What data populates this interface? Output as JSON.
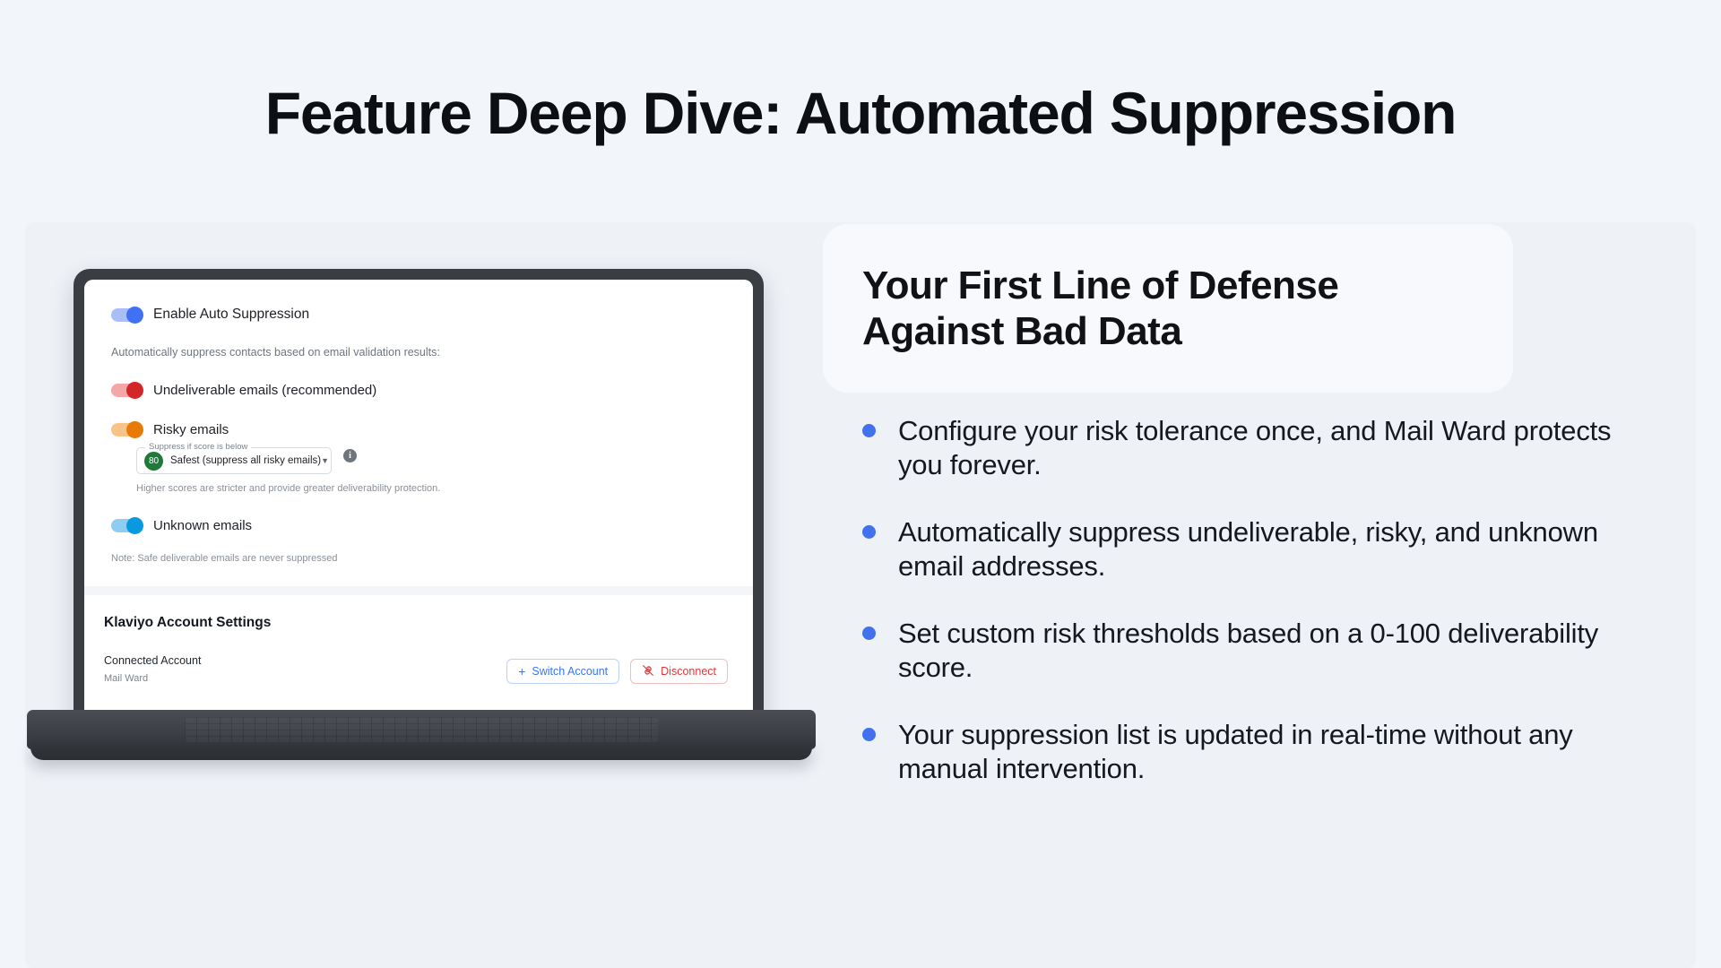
{
  "page": {
    "title": "Feature Deep Dive: Automated Suppression",
    "background_color": "#f2f5f9",
    "accent_color": "#4171ed"
  },
  "app": {
    "suppression_card": {
      "master_toggle_label": "Enable Auto Suppression",
      "description": "Automatically suppress contacts based on email validation results:",
      "options": [
        {
          "label": "Undeliverable emails (recommended)",
          "toggle_color": "#d32626",
          "state": "on"
        },
        {
          "label": "Risky emails",
          "toggle_color": "#e87b05",
          "state": "on"
        },
        {
          "label": "Unknown emails",
          "toggle_color": "#089ae0",
          "state": "on"
        }
      ],
      "score_field": {
        "legend": "Suppress if score is below",
        "score": "80",
        "score_color": "#1f7a3a",
        "value": "Safest (suppress all risky emails)",
        "caret": "chevron-down-icon",
        "info": "i"
      },
      "hint": "Higher scores are stricter and provide greater deliverability protection.",
      "note": "Note: Safe deliverable emails are never suppressed"
    },
    "account_card": {
      "title": "Klaviyo Account Settings",
      "connected_label": "Connected Account",
      "connected_name": "Mail Ward",
      "switch_button": "Switch Account",
      "switch_icon": "plus-icon",
      "disconnect_button": "Disconnect",
      "disconnect_icon": "broken-link-icon"
    }
  },
  "right": {
    "heading_line1": "Your First Line of Defense",
    "heading_line2": "Against Bad Data",
    "bullets": [
      "Configure your risk tolerance once, and Mail Ward protects you forever.",
      "Automatically suppress undeliverable, risky, and unknown email addresses.",
      "Set custom risk thresholds based on a 0-100 deliverability score.",
      "Your suppression list is updated in real-time without any manual intervention."
    ]
  }
}
